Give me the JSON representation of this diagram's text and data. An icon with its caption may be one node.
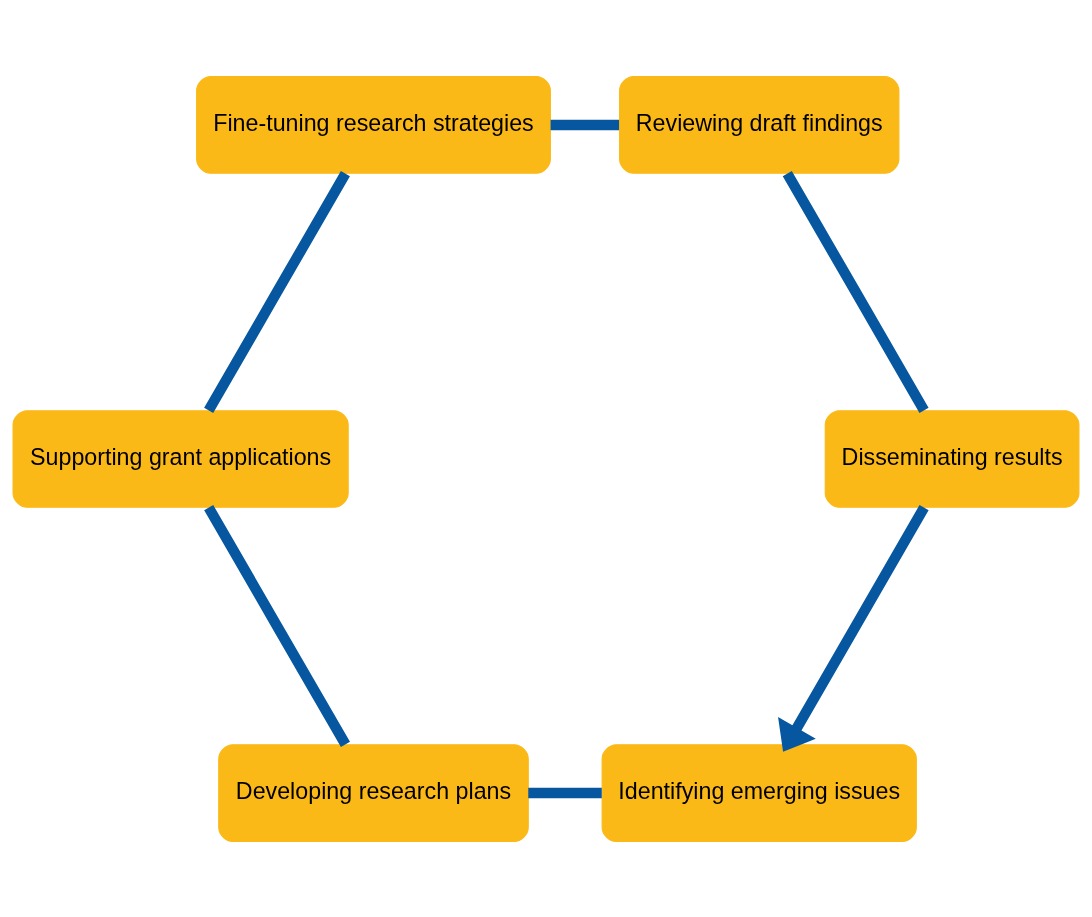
{
  "diagram": {
    "nodes": [
      {
        "text": [
          "Identifying emerging issues"
        ]
      },
      {
        "text": [
          "Developing research plans"
        ]
      },
      {
        "text": [
          "Supporting grant applications"
        ]
      },
      {
        "text": [
          "Fine-tuning research strategies"
        ]
      },
      {
        "text": [
          "Reviewing draft findings"
        ]
      },
      {
        "text": [
          "Disseminating results"
        ]
      }
    ],
    "edges": [
      {
        "from": 0,
        "to": 1,
        "arrow": "none"
      },
      {
        "from": 1,
        "to": 2,
        "arrow": "none"
      },
      {
        "from": 2,
        "to": 3,
        "arrow": "none"
      },
      {
        "from": 3,
        "to": 4,
        "arrow": "none"
      },
      {
        "from": 4,
        "to": 5,
        "arrow": "none"
      },
      {
        "from": 5,
        "to": 0,
        "arrow": "to"
      }
    ]
  }
}
